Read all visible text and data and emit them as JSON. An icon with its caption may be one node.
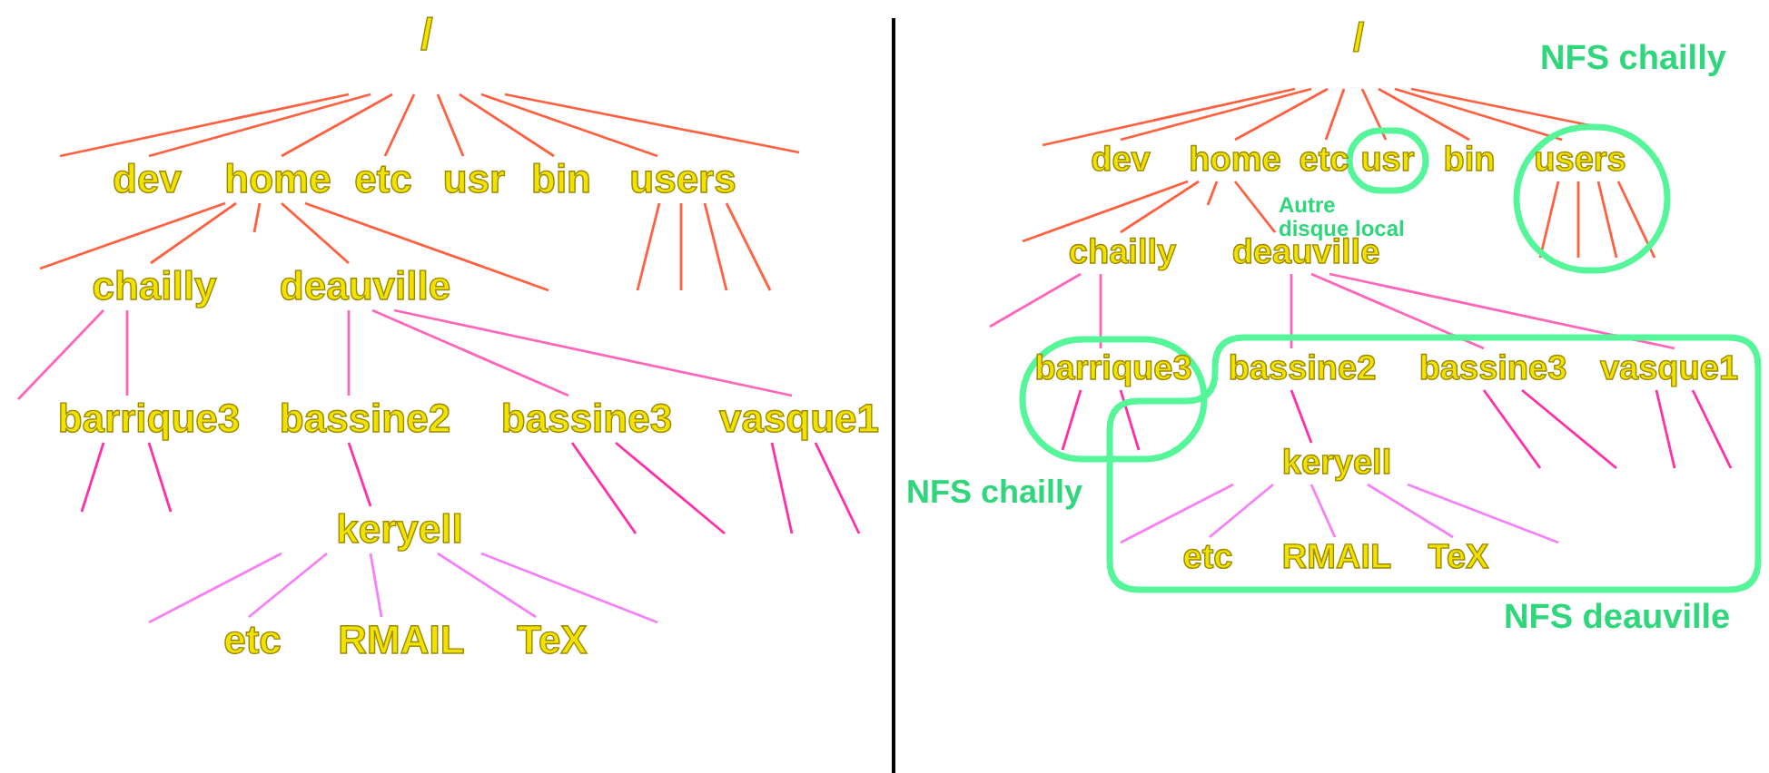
{
  "diagram": {
    "nodes": [
      {
        "text": [
          "/"
        ]
      },
      {
        "text": [
          "dev"
        ]
      },
      {
        "text": [
          "home"
        ]
      },
      {
        "text": [
          "etc"
        ]
      },
      {
        "text": [
          "usr"
        ]
      },
      {
        "text": [
          "bin"
        ]
      },
      {
        "text": [
          "users"
        ]
      },
      {
        "text": [
          "chailly"
        ]
      },
      {
        "text": [
          "deauville"
        ]
      },
      {
        "text": [
          "barrique3"
        ]
      },
      {
        "text": [
          "bassine2"
        ]
      },
      {
        "text": [
          "bassine3"
        ]
      },
      {
        "text": [
          "vasque1"
        ]
      },
      {
        "text": [
          "keryell"
        ]
      },
      {
        "text": [
          "etc"
        ]
      },
      {
        "text": [
          "RMAIL"
        ]
      },
      {
        "text": [
          "TeX"
        ]
      },
      {
        "text": [
          "/"
        ]
      },
      {
        "text": [
          "dev"
        ]
      },
      {
        "text": [
          "home"
        ]
      },
      {
        "text": [
          "etc"
        ]
      },
      {
        "text": [
          "Autre disque local"
        ]
      },
      {
        "text": [
          "usr"
        ],
        "in": 21
      },
      {
        "text": [
          "bin"
        ]
      },
      {
        "text": [
          "NFS chailly"
        ]
      },
      {
        "text": [
          "users"
        ],
        "in": 24
      },
      {
        "text": [
          "chailly"
        ]
      },
      {
        "text": [
          "deauville"
        ]
      },
      {
        "text": [
          "NFS chailly"
        ]
      },
      {
        "text": [
          "barrique3"
        ],
        "in": 28
      },
      {
        "text": [
          "NFS deauville"
        ]
      },
      {
        "text": [
          "bassine2"
        ],
        "in": 30
      },
      {
        "text": [
          "bassine3"
        ],
        "in": 30
      },
      {
        "text": [
          "vasque1"
        ],
        "in": 30
      },
      {
        "text": [
          "keryell"
        ],
        "in": 30
      },
      {
        "text": [
          "etc"
        ],
        "in": 30
      },
      {
        "text": [
          "RMAIL"
        ],
        "in": 30
      },
      {
        "text": [
          "TeX"
        ],
        "in": 30
      }
    ],
    "edges": [
      {
        "from": 0,
        "to": null,
        "arrow": "none"
      },
      {
        "from": 0,
        "to": 1,
        "arrow": "none"
      },
      {
        "from": 0,
        "to": 2,
        "arrow": "none"
      },
      {
        "from": 0,
        "to": 3,
        "arrow": "none"
      },
      {
        "from": 0,
        "to": 4,
        "arrow": "none"
      },
      {
        "from": 0,
        "to": 5,
        "arrow": "none"
      },
      {
        "from": 0,
        "to": 6,
        "arrow": "none"
      },
      {
        "from": 0,
        "to": null,
        "arrow": "none"
      },
      {
        "from": 2,
        "to": null,
        "arrow": "none"
      },
      {
        "from": 2,
        "to": 7,
        "arrow": "none"
      },
      {
        "from": 2,
        "to": null,
        "arrow": "none"
      },
      {
        "from": 2,
        "to": 8,
        "arrow": "none"
      },
      {
        "from": 2,
        "to": null,
        "arrow": "none"
      },
      {
        "from": 6,
        "to": null,
        "arrow": "none"
      },
      {
        "from": 6,
        "to": null,
        "arrow": "none"
      },
      {
        "from": 6,
        "to": null,
        "arrow": "none"
      },
      {
        "from": 6,
        "to": null,
        "arrow": "none"
      },
      {
        "from": 7,
        "to": null,
        "arrow": "none",
        "color": "#ff66bb"
      },
      {
        "from": 7,
        "to": 9,
        "arrow": "none",
        "color": "#ff66bb"
      },
      {
        "from": 8,
        "to": 10,
        "arrow": "none",
        "color": "#ff66bb"
      },
      {
        "from": 8,
        "to": 11,
        "arrow": "none",
        "color": "#ff66bb"
      },
      {
        "from": 8,
        "to": 12,
        "arrow": "none",
        "color": "#ff66bb"
      },
      {
        "from": 9,
        "to": null,
        "arrow": "none",
        "color": "#ff2fa8"
      },
      {
        "from": 9,
        "to": null,
        "arrow": "none",
        "color": "#ff2fa8"
      },
      {
        "from": 10,
        "to": 13,
        "arrow": "none",
        "color": "#ff2fa8"
      },
      {
        "from": 11,
        "to": null,
        "arrow": "none",
        "color": "#ff2fa8"
      },
      {
        "from": 11,
        "to": null,
        "arrow": "none",
        "color": "#ff2fa8"
      },
      {
        "from": 12,
        "to": null,
        "arrow": "none",
        "color": "#ff2fa8"
      },
      {
        "from": 12,
        "to": null,
        "arrow": "none",
        "color": "#ff2fa8"
      },
      {
        "from": 13,
        "to": null,
        "arrow": "none",
        "color": "#f580f8"
      },
      {
        "from": 13,
        "to": 14,
        "arrow": "none",
        "color": "#f580f8"
      },
      {
        "from": 13,
        "to": 15,
        "arrow": "none",
        "color": "#f580f8"
      },
      {
        "from": 13,
        "to": 16,
        "arrow": "none",
        "color": "#f580f8"
      },
      {
        "from": 13,
        "to": null,
        "arrow": "none",
        "color": "#f580f8"
      },
      {
        "from": 17,
        "to": null,
        "arrow": "none"
      },
      {
        "from": 17,
        "to": 18,
        "arrow": "none"
      },
      {
        "from": 17,
        "to": 19,
        "arrow": "none"
      },
      {
        "from": 17,
        "to": 20,
        "arrow": "none"
      },
      {
        "from": 17,
        "to": 22,
        "arrow": "none"
      },
      {
        "from": 17,
        "to": 23,
        "arrow": "none"
      },
      {
        "from": 17,
        "to": 25,
        "arrow": "none"
      },
      {
        "from": 17,
        "to": 24,
        "arrow": "none"
      },
      {
        "from": 19,
        "to": null,
        "arrow": "none"
      },
      {
        "from": 19,
        "to": 26,
        "arrow": "none"
      },
      {
        "from": 19,
        "to": null,
        "arrow": "none"
      },
      {
        "from": 19,
        "to": 27,
        "arrow": "none"
      },
      {
        "from": 25,
        "to": null,
        "arrow": "none"
      },
      {
        "from": 25,
        "to": null,
        "arrow": "none"
      },
      {
        "from": 25,
        "to": null,
        "arrow": "none"
      },
      {
        "from": 25,
        "to": null,
        "arrow": "none"
      },
      {
        "from": 26,
        "to": null,
        "arrow": "none",
        "color": "#ff66bb"
      },
      {
        "from": 26,
        "to": 29,
        "arrow": "none",
        "color": "#ff66bb"
      },
      {
        "from": 27,
        "to": 31,
        "arrow": "none",
        "color": "#ff66bb"
      },
      {
        "from": 27,
        "to": 32,
        "arrow": "none",
        "color": "#ff66bb"
      },
      {
        "from": 27,
        "to": 33,
        "arrow": "none",
        "color": "#ff66bb"
      },
      {
        "from": 29,
        "to": null,
        "arrow": "none",
        "color": "#ff2fa8"
      },
      {
        "from": 29,
        "to": null,
        "arrow": "none",
        "color": "#ff2fa8"
      },
      {
        "from": 31,
        "to": 34,
        "arrow": "none",
        "color": "#ff2fa8"
      },
      {
        "from": 32,
        "to": null,
        "arrow": "none",
        "color": "#ff2fa8"
      },
      {
        "from": 32,
        "to": null,
        "arrow": "none",
        "color": "#ff2fa8"
      },
      {
        "from": 33,
        "to": null,
        "arrow": "none",
        "color": "#ff2fa8"
      },
      {
        "from": 33,
        "to": null,
        "arrow": "none",
        "color": "#ff2fa8"
      },
      {
        "from": 34,
        "to": null,
        "arrow": "none",
        "color": "#f580f8"
      },
      {
        "from": 34,
        "to": 35,
        "arrow": "none",
        "color": "#f580f8"
      },
      {
        "from": 34,
        "to": 36,
        "arrow": "none",
        "color": "#f580f8"
      },
      {
        "from": 34,
        "to": 37,
        "arrow": "none",
        "color": "#f580f8"
      },
      {
        "from": 34,
        "to": null,
        "arrow": "none",
        "color": "#f580f8"
      }
    ]
  }
}
